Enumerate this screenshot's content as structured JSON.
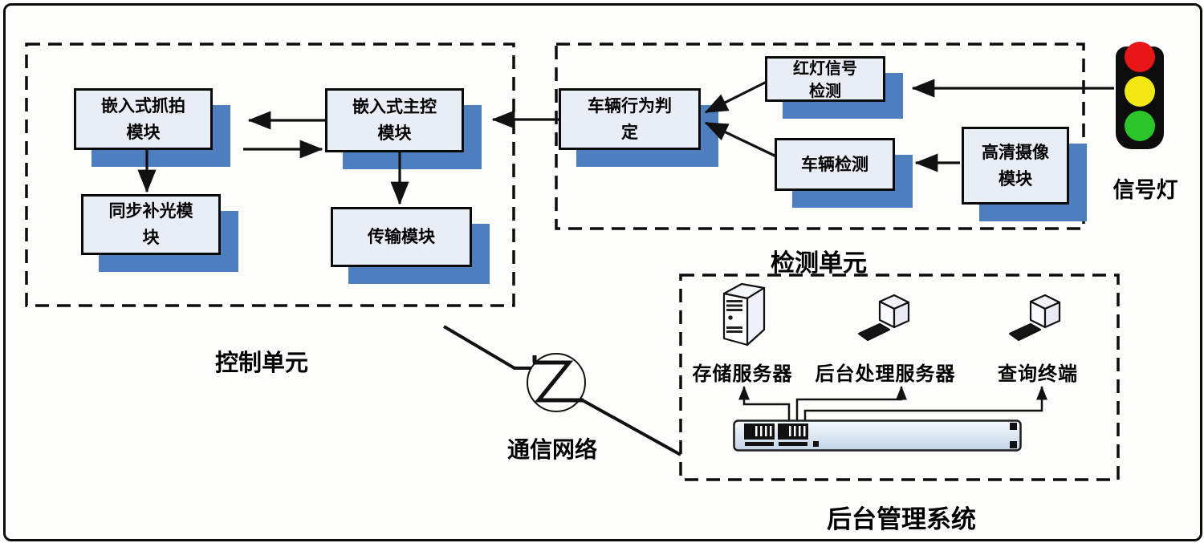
{
  "units": {
    "control": {
      "label": "控制单元"
    },
    "detection": {
      "label": "检测单元"
    },
    "backend": {
      "label": "后台管理系统"
    },
    "network": {
      "label": "通信网络"
    },
    "traffic_light": {
      "label": "信号灯"
    }
  },
  "modules": {
    "capture": {
      "label": "嵌入式抓拍\n模块"
    },
    "master": {
      "label": "嵌入式主控\n模块"
    },
    "fill_light": {
      "label": "同步补光模\n块"
    },
    "transmission": {
      "label": "传输模块"
    },
    "behavior": {
      "label": "车辆行为判\n定"
    },
    "red_light": {
      "label": "红灯信号\n检测"
    },
    "vehicle_detect": {
      "label": "车辆检测"
    },
    "camera": {
      "label": "高清摄像\n模块"
    }
  },
  "backend_items": {
    "storage": {
      "label": "存储服务器"
    },
    "processing": {
      "label": "后台处理服务器"
    },
    "query": {
      "label": "查询终端"
    }
  },
  "colors": {
    "module_fill": "#e9edf6",
    "module_shadow": "#4d7fbe",
    "line_black": "#111111",
    "light_red": "#e81616",
    "light_yellow": "#f2e813",
    "light_green": "#2bc62b",
    "switch_fill": "#dce8f4"
  }
}
